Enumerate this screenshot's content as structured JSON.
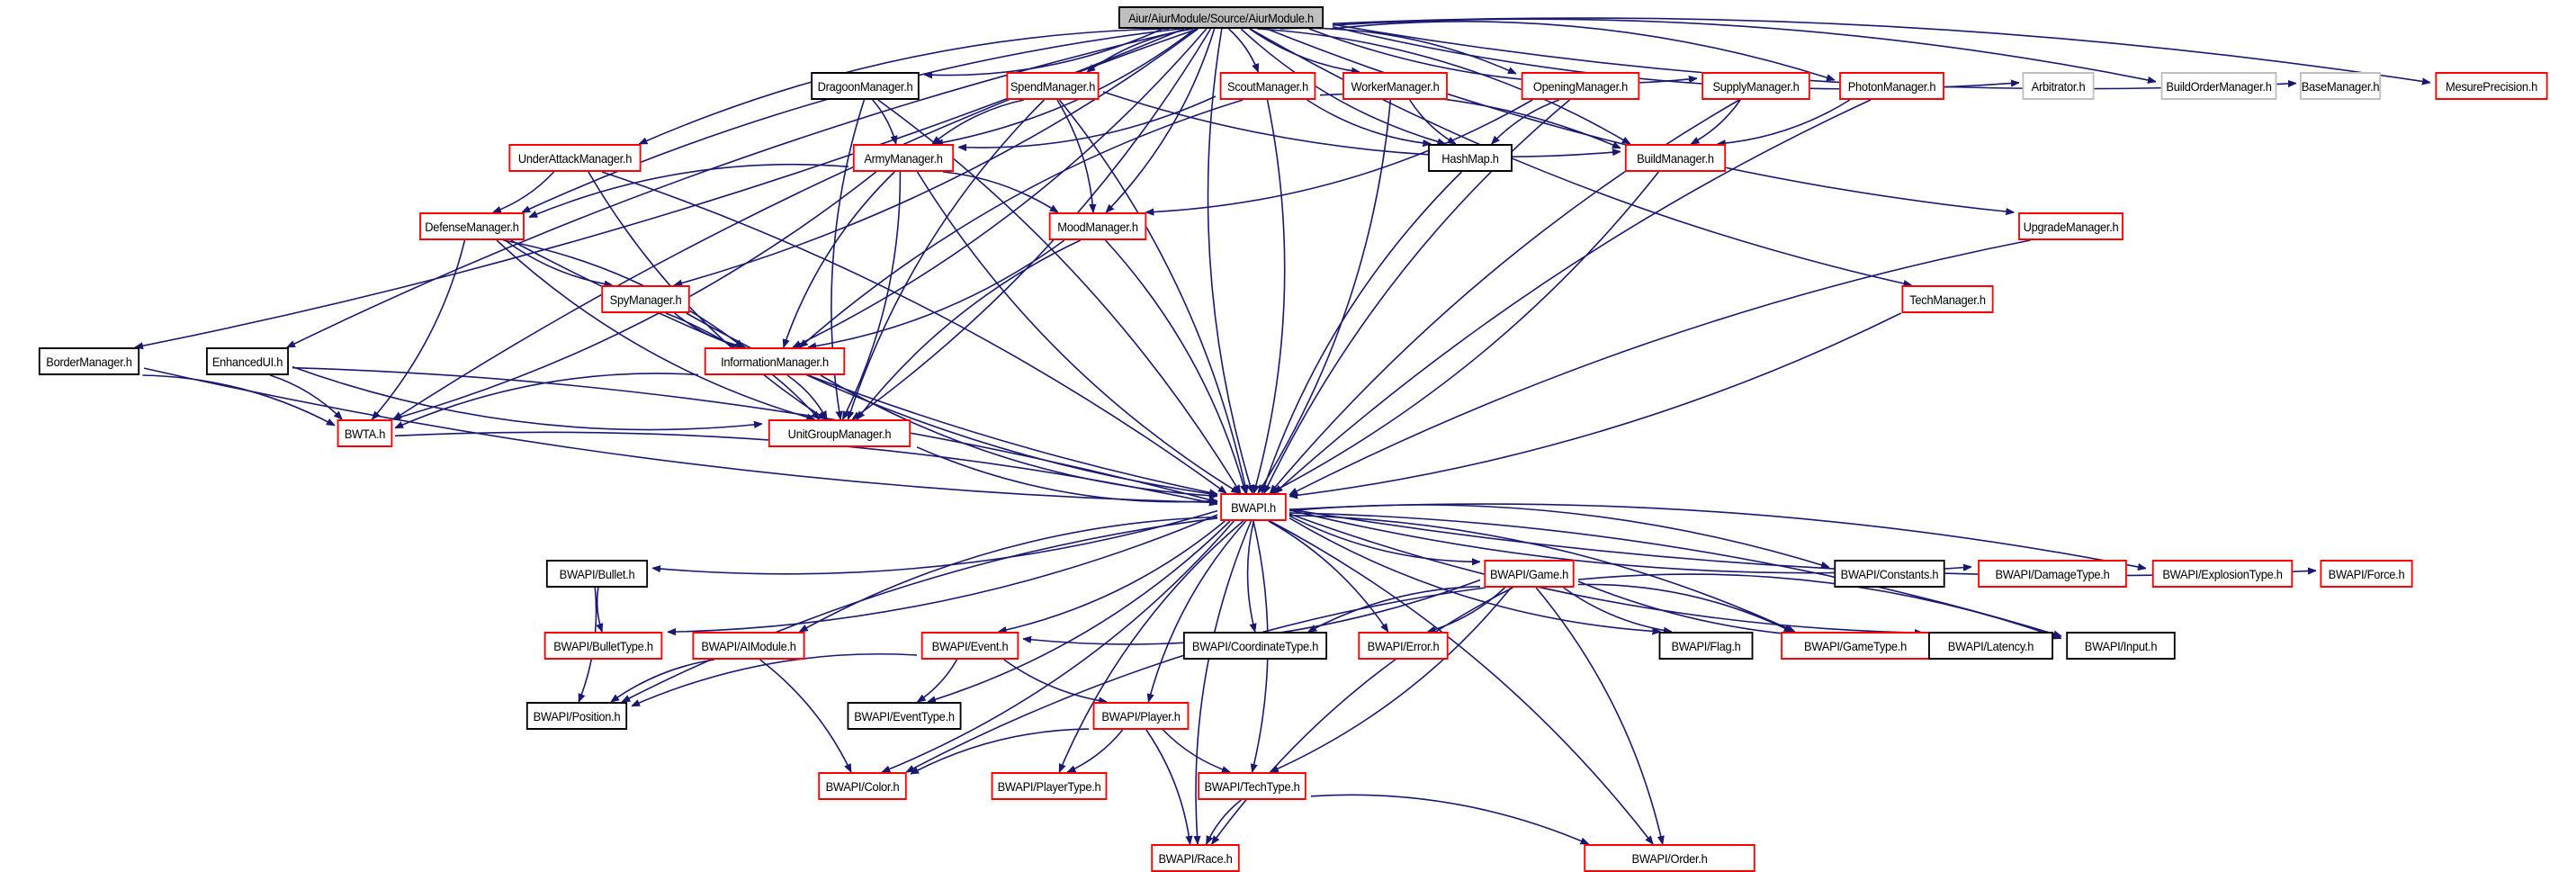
{
  "title": "Aiur/AiurModule/Source/AiurModule.h",
  "colors": {
    "edge": "#191970",
    "documented_border": "#000000",
    "undocumented_border": "#ff0000",
    "external_border": "#bfbfbf",
    "root_fill": "#bfbfbf"
  },
  "nodes": [
    {
      "id": "root",
      "label": "Aiur/AiurModule/Source/AiurModule.h",
      "style": "root"
    },
    {
      "id": "dragoon",
      "label": "DragoonManager.h",
      "style": "black"
    },
    {
      "id": "spend",
      "label": "SpendManager.h",
      "style": "red"
    },
    {
      "id": "scout",
      "label": "ScoutManager.h",
      "style": "red"
    },
    {
      "id": "worker",
      "label": "WorkerManager.h",
      "style": "red"
    },
    {
      "id": "opening",
      "label": "OpeningManager.h",
      "style": "red"
    },
    {
      "id": "supply",
      "label": "SupplyManager.h",
      "style": "red"
    },
    {
      "id": "photon",
      "label": "PhotonManager.h",
      "style": "red"
    },
    {
      "id": "arbitrator",
      "label": "Arbitrator.h",
      "style": "gray"
    },
    {
      "id": "buildorder",
      "label": "BuildOrderManager.h",
      "style": "gray"
    },
    {
      "id": "base",
      "label": "BaseManager.h",
      "style": "gray"
    },
    {
      "id": "mesure",
      "label": "MesurePrecision.h",
      "style": "red"
    },
    {
      "id": "underattack",
      "label": "UnderAttackManager.h",
      "style": "red"
    },
    {
      "id": "army",
      "label": "ArmyManager.h",
      "style": "red"
    },
    {
      "id": "hashmap",
      "label": "HashMap.h",
      "style": "black"
    },
    {
      "id": "build",
      "label": "BuildManager.h",
      "style": "red"
    },
    {
      "id": "defense",
      "label": "DefenseManager.h",
      "style": "red"
    },
    {
      "id": "mood",
      "label": "MoodManager.h",
      "style": "red"
    },
    {
      "id": "upgrade",
      "label": "UpgradeManager.h",
      "style": "red"
    },
    {
      "id": "spy",
      "label": "SpyManager.h",
      "style": "red"
    },
    {
      "id": "tech",
      "label": "TechManager.h",
      "style": "red"
    },
    {
      "id": "border",
      "label": "BorderManager.h",
      "style": "black"
    },
    {
      "id": "enhanced",
      "label": "EnhancedUI.h",
      "style": "black"
    },
    {
      "id": "information",
      "label": "InformationManager.h",
      "style": "red"
    },
    {
      "id": "bwta",
      "label": "BWTA.h",
      "style": "red"
    },
    {
      "id": "unitgroup",
      "label": "UnitGroupManager.h",
      "style": "red"
    },
    {
      "id": "bwapi",
      "label": "BWAPI.h",
      "style": "red"
    },
    {
      "id": "bullet",
      "label": "BWAPI/Bullet.h",
      "style": "black"
    },
    {
      "id": "game",
      "label": "BWAPI/Game.h",
      "style": "red"
    },
    {
      "id": "constants",
      "label": "BWAPI/Constants.h",
      "style": "black"
    },
    {
      "id": "damagetype",
      "label": "BWAPI/DamageType.h",
      "style": "red"
    },
    {
      "id": "explosiontype",
      "label": "BWAPI/ExplosionType.h",
      "style": "red"
    },
    {
      "id": "force",
      "label": "BWAPI/Force.h",
      "style": "red"
    },
    {
      "id": "bullettype",
      "label": "BWAPI/BulletType.h",
      "style": "red"
    },
    {
      "id": "aimodule",
      "label": "BWAPI/AIModule.h",
      "style": "red"
    },
    {
      "id": "event",
      "label": "BWAPI/Event.h",
      "style": "red"
    },
    {
      "id": "coordinatetype",
      "label": "BWAPI/CoordinateType.h",
      "style": "black"
    },
    {
      "id": "error",
      "label": "BWAPI/Error.h",
      "style": "red"
    },
    {
      "id": "flag",
      "label": "BWAPI/Flag.h",
      "style": "black"
    },
    {
      "id": "gametype",
      "label": "BWAPI/GameType.h",
      "style": "red"
    },
    {
      "id": "latency",
      "label": "BWAPI/Latency.h",
      "style": "black"
    },
    {
      "id": "input",
      "label": "BWAPI/Input.h",
      "style": "black"
    },
    {
      "id": "position",
      "label": "BWAPI/Position.h",
      "style": "black"
    },
    {
      "id": "eventtype",
      "label": "BWAPI/EventType.h",
      "style": "black"
    },
    {
      "id": "player",
      "label": "BWAPI/Player.h",
      "style": "red"
    },
    {
      "id": "color",
      "label": "BWAPI/Color.h",
      "style": "red"
    },
    {
      "id": "playertype",
      "label": "BWAPI/PlayerType.h",
      "style": "red"
    },
    {
      "id": "techtype",
      "label": "BWAPI/TechType.h",
      "style": "red"
    },
    {
      "id": "race",
      "label": "BWAPI/Race.h",
      "style": "red"
    },
    {
      "id": "order",
      "label": "BWAPI/Order.h",
      "style": "red"
    }
  ],
  "edges": [
    [
      "root",
      "dragoon"
    ],
    [
      "root",
      "spend"
    ],
    [
      "root",
      "scout"
    ],
    [
      "root",
      "worker"
    ],
    [
      "root",
      "opening"
    ],
    [
      "root",
      "supply"
    ],
    [
      "root",
      "photon"
    ],
    [
      "root",
      "arbitrator"
    ],
    [
      "root",
      "buildorder"
    ],
    [
      "root",
      "base"
    ],
    [
      "root",
      "mesure"
    ],
    [
      "root",
      "underattack"
    ],
    [
      "root",
      "army"
    ],
    [
      "root",
      "hashmap"
    ],
    [
      "root",
      "build"
    ],
    [
      "root",
      "defense"
    ],
    [
      "root",
      "mood"
    ],
    [
      "root",
      "upgrade"
    ],
    [
      "root",
      "spy"
    ],
    [
      "root",
      "tech"
    ],
    [
      "root",
      "border"
    ],
    [
      "root",
      "enhanced"
    ],
    [
      "root",
      "information"
    ],
    [
      "root",
      "bwta"
    ],
    [
      "root",
      "unitgroup"
    ],
    [
      "root",
      "bwapi"
    ],
    [
      "dragoon",
      "army"
    ],
    [
      "dragoon",
      "unitgroup"
    ],
    [
      "dragoon",
      "bwapi"
    ],
    [
      "spend",
      "army"
    ],
    [
      "spend",
      "mood"
    ],
    [
      "spend",
      "unitgroup"
    ],
    [
      "spend",
      "bwapi"
    ],
    [
      "spend",
      "build"
    ],
    [
      "scout",
      "army"
    ],
    [
      "scout",
      "information"
    ],
    [
      "scout",
      "bwapi"
    ],
    [
      "scout",
      "hashmap"
    ],
    [
      "scout",
      "build"
    ],
    [
      "worker",
      "hashmap"
    ],
    [
      "worker",
      "bwapi"
    ],
    [
      "opening",
      "hashmap"
    ],
    [
      "opening",
      "mood"
    ],
    [
      "opening",
      "bwapi"
    ],
    [
      "supply",
      "build"
    ],
    [
      "supply",
      "bwapi"
    ],
    [
      "photon",
      "build"
    ],
    [
      "photon",
      "bwapi"
    ],
    [
      "underattack",
      "defense"
    ],
    [
      "underattack",
      "unitgroup"
    ],
    [
      "underattack",
      "bwapi"
    ],
    [
      "army",
      "defense"
    ],
    [
      "army",
      "mood"
    ],
    [
      "army",
      "information"
    ],
    [
      "army",
      "unitgroup"
    ],
    [
      "army",
      "bwapi"
    ],
    [
      "army",
      "bwta"
    ],
    [
      "hashmap",
      "bwapi"
    ],
    [
      "build",
      "bwapi"
    ],
    [
      "defense",
      "spy"
    ],
    [
      "defense",
      "information"
    ],
    [
      "defense",
      "unitgroup"
    ],
    [
      "defense",
      "bwta"
    ],
    [
      "defense",
      "bwapi"
    ],
    [
      "mood",
      "information"
    ],
    [
      "mood",
      "unitgroup"
    ],
    [
      "mood",
      "bwapi"
    ],
    [
      "upgrade",
      "bwapi"
    ],
    [
      "tech",
      "bwapi"
    ],
    [
      "spy",
      "information"
    ],
    [
      "spy",
      "unitgroup"
    ],
    [
      "spy",
      "bwapi"
    ],
    [
      "border",
      "bwta"
    ],
    [
      "border",
      "bwapi"
    ],
    [
      "enhanced",
      "bwta"
    ],
    [
      "enhanced",
      "unitgroup"
    ],
    [
      "enhanced",
      "bwapi"
    ],
    [
      "information",
      "bwta"
    ],
    [
      "information",
      "unitgroup"
    ],
    [
      "information",
      "bwapi"
    ],
    [
      "bwta",
      "bwapi"
    ],
    [
      "unitgroup",
      "bwapi"
    ],
    [
      "bwapi",
      "bullet"
    ],
    [
      "bwapi",
      "game"
    ],
    [
      "bwapi",
      "constants"
    ],
    [
      "bwapi",
      "damagetype"
    ],
    [
      "bwapi",
      "explosiontype"
    ],
    [
      "bwapi",
      "force"
    ],
    [
      "bwapi",
      "bullettype"
    ],
    [
      "bwapi",
      "aimodule"
    ],
    [
      "bwapi",
      "event"
    ],
    [
      "bwapi",
      "coordinatetype"
    ],
    [
      "bwapi",
      "error"
    ],
    [
      "bwapi",
      "flag"
    ],
    [
      "bwapi",
      "gametype"
    ],
    [
      "bwapi",
      "latency"
    ],
    [
      "bwapi",
      "input"
    ],
    [
      "bwapi",
      "position"
    ],
    [
      "bwapi",
      "eventtype"
    ],
    [
      "bwapi",
      "player"
    ],
    [
      "bwapi",
      "color"
    ],
    [
      "bwapi",
      "playertype"
    ],
    [
      "bwapi",
      "techtype"
    ],
    [
      "bwapi",
      "race"
    ],
    [
      "bwapi",
      "order"
    ],
    [
      "bullet",
      "bullettype"
    ],
    [
      "bullet",
      "position"
    ],
    [
      "aimodule",
      "position"
    ],
    [
      "aimodule",
      "color"
    ],
    [
      "event",
      "position"
    ],
    [
      "event",
      "eventtype"
    ],
    [
      "event",
      "player"
    ],
    [
      "game",
      "event"
    ],
    [
      "game",
      "coordinatetype"
    ],
    [
      "game",
      "error"
    ],
    [
      "game",
      "flag"
    ],
    [
      "game",
      "gametype"
    ],
    [
      "game",
      "latency"
    ],
    [
      "game",
      "input"
    ],
    [
      "game",
      "color"
    ],
    [
      "game",
      "techtype"
    ],
    [
      "game",
      "race"
    ],
    [
      "game",
      "order"
    ],
    [
      "player",
      "color"
    ],
    [
      "player",
      "playertype"
    ],
    [
      "player",
      "techtype"
    ],
    [
      "player",
      "race"
    ],
    [
      "techtype",
      "race"
    ],
    [
      "techtype",
      "order"
    ]
  ]
}
